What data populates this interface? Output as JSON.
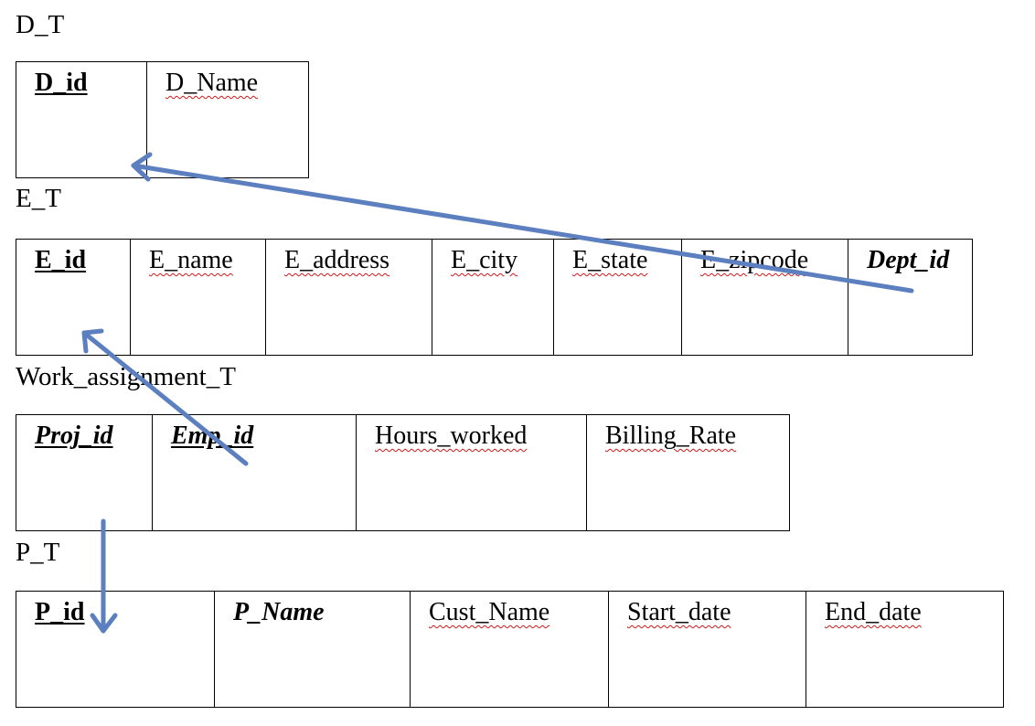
{
  "colors": {
    "arrow": "#5b7fbf",
    "spellcheck": "#d01818",
    "border": "#000000"
  },
  "tables": [
    {
      "name": "D_T",
      "columns": [
        {
          "label": "D_id",
          "style": "key",
          "spell": false
        },
        {
          "label": "D_Name",
          "style": "plain",
          "spell": true
        }
      ]
    },
    {
      "name": "E_T",
      "columns": [
        {
          "label": "E_id",
          "style": "key",
          "spell": false
        },
        {
          "label": "E_name",
          "style": "plain",
          "spell": true
        },
        {
          "label": "E_address",
          "style": "plain",
          "spell": true
        },
        {
          "label": "E_city",
          "style": "plain",
          "spell": true
        },
        {
          "label": "E_state",
          "style": "plain",
          "spell": true
        },
        {
          "label": "E_zipcode",
          "style": "plain",
          "spell": true
        },
        {
          "label": "Dept_id",
          "style": "fk",
          "spell": false
        }
      ]
    },
    {
      "name": "Work_assignment_T",
      "columns": [
        {
          "label": "Proj_id",
          "style": "fk-key",
          "spell": false
        },
        {
          "label": "Emp_id",
          "style": "fk-key",
          "spell": false
        },
        {
          "label": "Hours_worked",
          "style": "plain",
          "spell": true
        },
        {
          "label": "Billing_Rate",
          "style": "plain",
          "spell": true
        }
      ]
    },
    {
      "name": "P_T",
      "columns": [
        {
          "label": "P_id",
          "style": "key",
          "spell": false
        },
        {
          "label": "P_Name",
          "style": "fk",
          "spell": false
        },
        {
          "label": "Cust_Name",
          "style": "plain",
          "spell": true
        },
        {
          "label": "Start_date",
          "style": "plain",
          "spell": true
        },
        {
          "label": "End_date",
          "style": "plain",
          "spell": true
        }
      ]
    }
  ],
  "relationships": [
    {
      "from": "E_T.Dept_id",
      "to": "D_T.D_id"
    },
    {
      "from": "Work_assignment_T.Emp_id",
      "to": "E_T.E_id"
    },
    {
      "from": "Work_assignment_T.Proj_id",
      "to": "P_T.P_id"
    }
  ]
}
